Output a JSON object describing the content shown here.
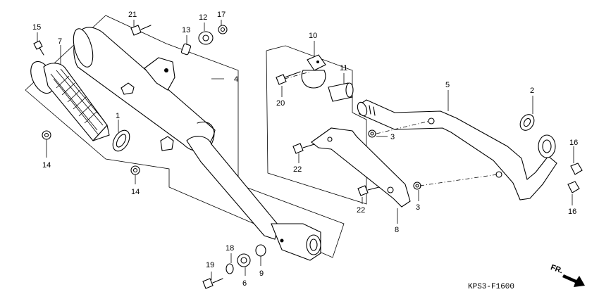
{
  "callouts": {
    "c1": "1",
    "c2": "2",
    "c3a": "3",
    "c3b": "3",
    "c4": "4",
    "c5": "5",
    "c6": "6",
    "c7": "7",
    "c8": "8",
    "c9": "9",
    "c10": "10",
    "c11": "11",
    "c12": "12",
    "c13": "13",
    "c14a": "14",
    "c14b": "14",
    "c15": "15",
    "c16a": "16",
    "c16b": "16",
    "c17": "17",
    "c18": "18",
    "c19": "19",
    "c20": "20",
    "c21": "21",
    "c22a": "22",
    "c22b": "22"
  },
  "diagram_code": "KPS3-F1600",
  "direction_label": "FR."
}
